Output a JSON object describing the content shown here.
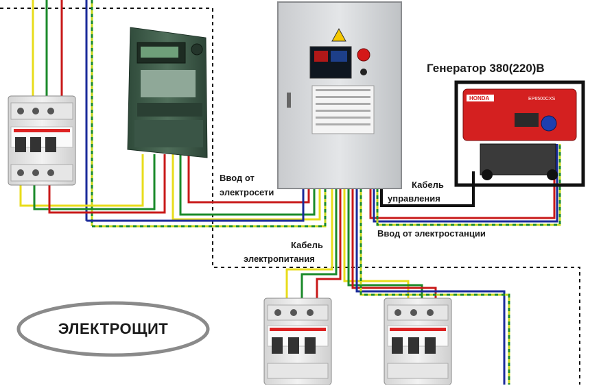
{
  "labels": {
    "generator_title": "Генератор 380(220)В",
    "input_grid_line1": "Ввод от",
    "input_grid_line2": "электросети",
    "control_cable_line1": "Кабель",
    "control_cable_line2": "управления",
    "input_station": "Ввод от электростанции",
    "power_cable_line1": "Кабель",
    "power_cable_line2": "электропитания",
    "panel_title": "ЭЛЕКТРОЩИТ",
    "generator_brand": "HONDA",
    "generator_model": "EP6500CXS"
  },
  "colors": {
    "phase_yellow": "#e8dc1a",
    "phase_green": "#1a8a2a",
    "phase_red": "#c81818",
    "neutral_blue": "#1a2a9a",
    "ground_yg": "#c8d820",
    "control_black": "#111111",
    "cabinet": "#d6d8da",
    "generator_red": "#d42020",
    "meter_green": "#3b5a46",
    "warning_yellow": "#f5c800"
  },
  "icons": [
    "warning-triangle-icon",
    "stop-button-icon",
    "breaker-icon",
    "meter-icon",
    "generator-icon"
  ]
}
